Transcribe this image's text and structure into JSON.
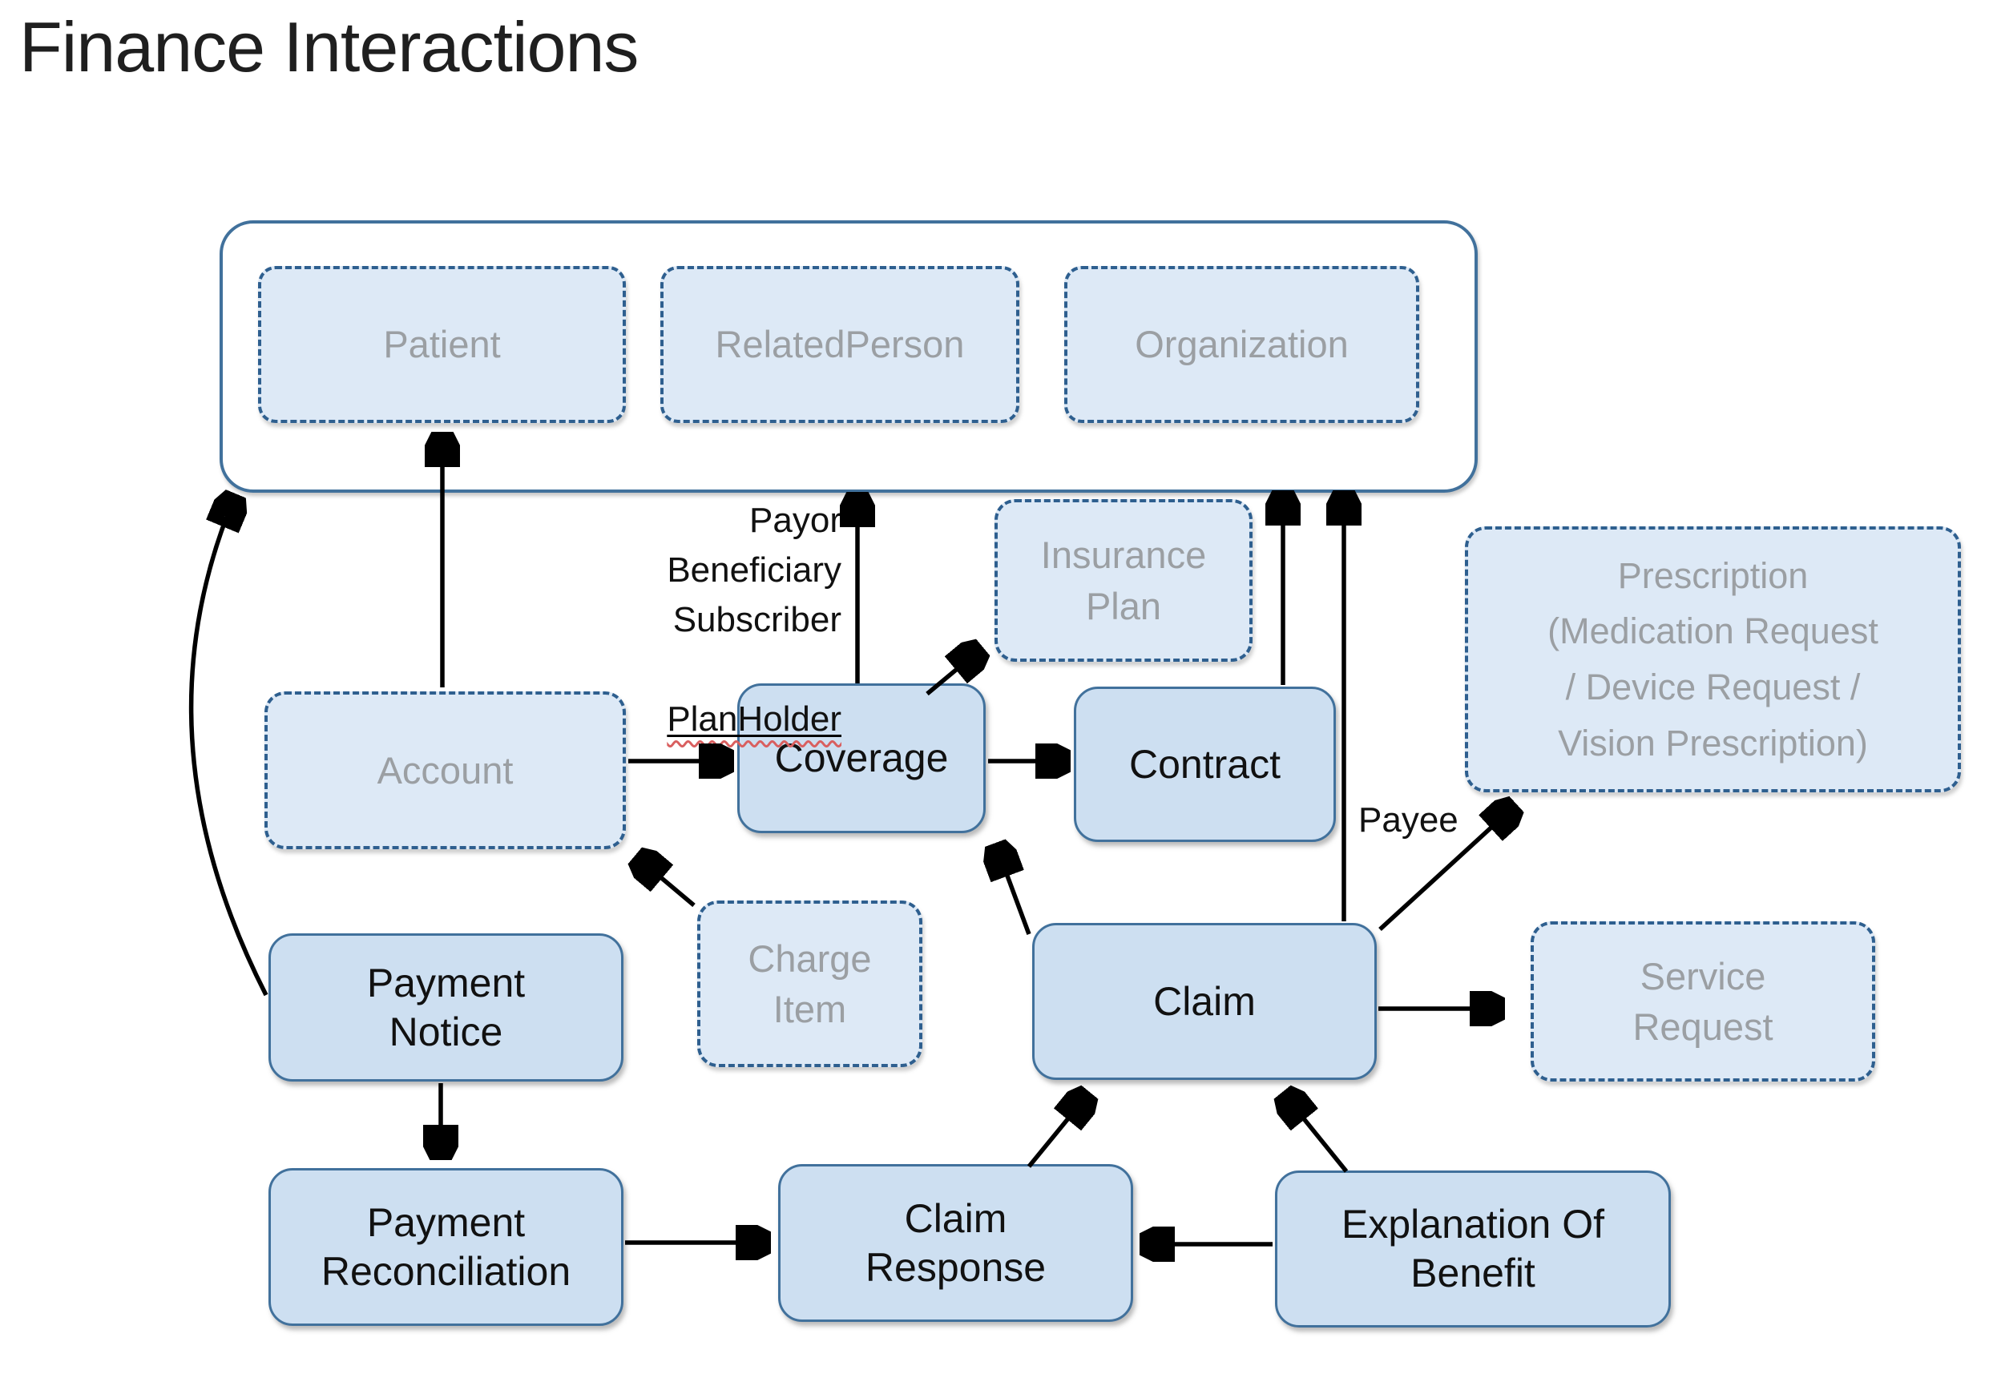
{
  "title": "Finance Interactions",
  "colors": {
    "solid_node_fill": "#cddff1",
    "solid_node_border": "#41719c",
    "ghost_node_fill": "#dde9f6",
    "ghost_node_border": "#2e5f8f",
    "ghost_node_text": "#9b9fa3",
    "container_border": "#41719c",
    "arrow": "#000000",
    "planholder_squiggle": "#d95f5f"
  },
  "nodes": {
    "patient": {
      "label": "Patient",
      "style": "reference"
    },
    "related_person": {
      "label": "RelatedPerson",
      "style": "reference"
    },
    "organization": {
      "label": "Organization",
      "style": "reference"
    },
    "insurance_plan": {
      "label": "Insurance\nPlan",
      "style": "reference"
    },
    "prescription": {
      "label": "Prescription\n(Medication Request\n/ Device Request /\nVision Prescription)",
      "style": "reference"
    },
    "account": {
      "label": "Account",
      "style": "reference"
    },
    "coverage": {
      "label": "Coverage",
      "style": "primary"
    },
    "contract": {
      "label": "Contract",
      "style": "primary"
    },
    "charge_item": {
      "label": "Charge\nItem",
      "style": "reference"
    },
    "claim": {
      "label": "Claim",
      "style": "primary"
    },
    "service_request": {
      "label": "Service\nRequest",
      "style": "reference"
    },
    "payment_notice": {
      "label": "Payment\nNotice",
      "style": "primary"
    },
    "payment_reconciliation": {
      "label": "Payment\nReconciliation",
      "style": "primary"
    },
    "claim_response": {
      "label": "Claim\nResponse",
      "style": "primary"
    },
    "explanation_of_benefit": {
      "label": "Explanation Of\nBenefit",
      "style": "primary"
    }
  },
  "annotations": {
    "coverage_roles": "Payor\nBeneficiary\nSubscriber",
    "planholder": "PlanHolder",
    "payee": "Payee"
  },
  "edges": [
    {
      "from": "account",
      "to": "patient"
    },
    {
      "from": "payment_notice",
      "to": "party_group"
    },
    {
      "from": "coverage",
      "to": "party_group",
      "label": "Payor / Beneficiary / Subscriber / PlanHolder"
    },
    {
      "from": "coverage",
      "to": "insurance_plan"
    },
    {
      "from": "account",
      "to": "coverage"
    },
    {
      "from": "coverage",
      "to": "contract"
    },
    {
      "from": "contract",
      "to": "party_group"
    },
    {
      "from": "claim",
      "to": "party_group"
    },
    {
      "from": "claim",
      "to": "prescription",
      "label": "Payee"
    },
    {
      "from": "claim",
      "to": "service_request"
    },
    {
      "from": "claim",
      "to": "coverage"
    },
    {
      "from": "charge_item",
      "to": "account"
    },
    {
      "from": "payment_notice",
      "to": "payment_reconciliation"
    },
    {
      "from": "payment_reconciliation",
      "to": "claim_response"
    },
    {
      "from": "explanation_of_benefit",
      "to": "claim_response"
    },
    {
      "from": "claim_response",
      "to": "claim"
    },
    {
      "from": "explanation_of_benefit",
      "to": "claim"
    }
  ]
}
